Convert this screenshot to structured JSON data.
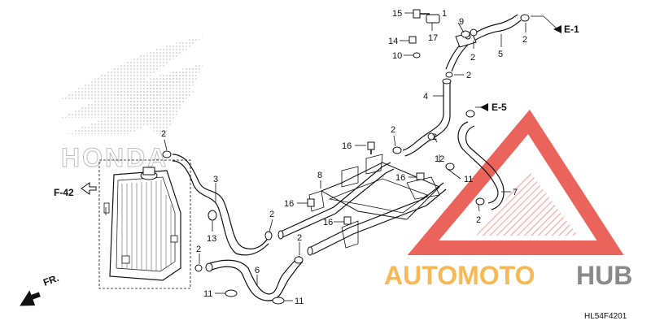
{
  "references": {
    "e1": "E-1",
    "e5": "E-5",
    "f42": "F-42",
    "fr": "FR."
  },
  "callouts": [
    {
      "id": "c15",
      "label": "15"
    },
    {
      "id": "c1",
      "label": "1"
    },
    {
      "id": "c17",
      "label": "17"
    },
    {
      "id": "c9",
      "label": "9"
    },
    {
      "id": "c14",
      "label": "14"
    },
    {
      "id": "c10",
      "label": "10"
    },
    {
      "id": "c2a",
      "label": "2"
    },
    {
      "id": "c2b",
      "label": "2"
    },
    {
      "id": "c5",
      "label": "5"
    },
    {
      "id": "c2c",
      "label": "2"
    },
    {
      "id": "c4",
      "label": "4"
    },
    {
      "id": "c2d",
      "label": "2"
    },
    {
      "id": "c3",
      "label": "3"
    },
    {
      "id": "c13",
      "label": "13"
    },
    {
      "id": "c16a",
      "label": "16"
    },
    {
      "id": "c2e",
      "label": "2"
    },
    {
      "id": "c12",
      "label": "12"
    },
    {
      "id": "c8",
      "label": "8"
    },
    {
      "id": "c16b",
      "label": "16"
    },
    {
      "id": "c11a",
      "label": "11"
    },
    {
      "id": "c16c",
      "label": "16"
    },
    {
      "id": "c7",
      "label": "7"
    },
    {
      "id": "c2f",
      "label": "2"
    },
    {
      "id": "c16d",
      "label": "16"
    },
    {
      "id": "c2g",
      "label": "2"
    },
    {
      "id": "c2h",
      "label": "2"
    },
    {
      "id": "c2i",
      "label": "2"
    },
    {
      "id": "c6",
      "label": "6"
    },
    {
      "id": "c11b",
      "label": "11"
    },
    {
      "id": "c11c",
      "label": "11"
    },
    {
      "id": "c2j",
      "label": "2"
    }
  ],
  "diagram_code": "HL54F4201",
  "watermark": {
    "part1": "AUTOMOTO",
    "part2": "HUB",
    "color1": "#f6b955",
    "color2": "#8a8a8a",
    "triangle_color": "#e8493f"
  },
  "logo_text": "HONDA"
}
